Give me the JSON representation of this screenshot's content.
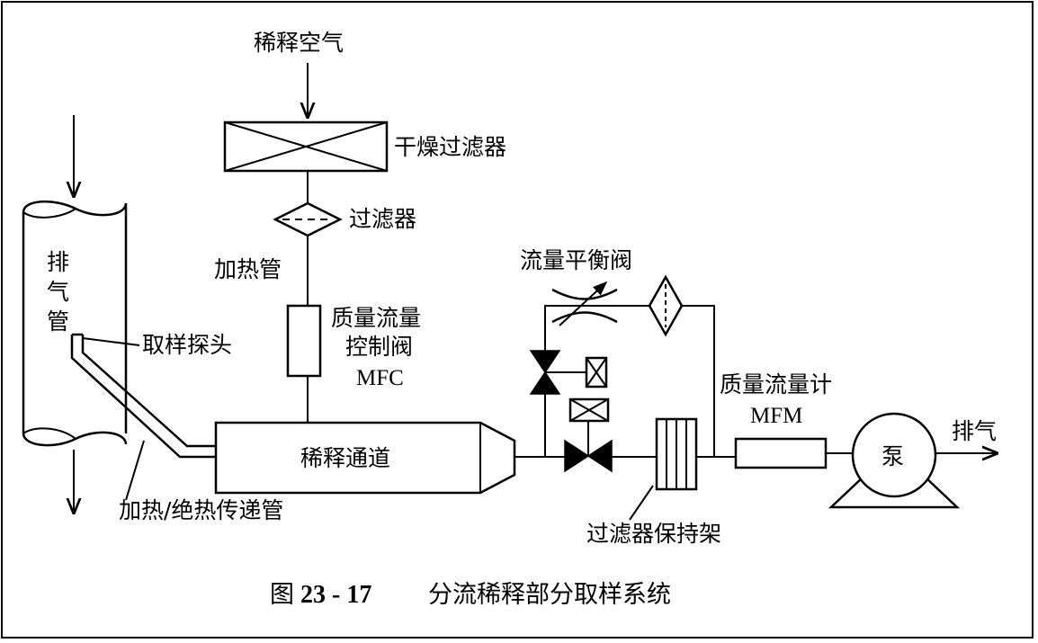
{
  "diagram": {
    "dilution_air": "稀释空气",
    "dry_filter": "干燥过滤器",
    "filter": "过滤器",
    "heated_pipe": "加热管",
    "mfc_line1": "质量流量",
    "mfc_line2": "控制阀",
    "mfc_line3": "MFC",
    "exhaust_pipe_1": "排",
    "exhaust_pipe_2": "气",
    "exhaust_pipe_3": "管",
    "sampling_probe": "取样探头",
    "transfer_tube": "加热/绝热传递管",
    "dilution_tunnel": "稀释通道",
    "flow_balance_valve": "流量平衡阀",
    "mfm_line1": "质量流量计",
    "mfm_line2": "MFM",
    "pump": "泵",
    "exhaust_out": "排气",
    "filter_holder": "过滤器保持架"
  },
  "caption": {
    "prefix": "图",
    "number": "23 - 17",
    "title": "分流稀释部分取样系统"
  }
}
